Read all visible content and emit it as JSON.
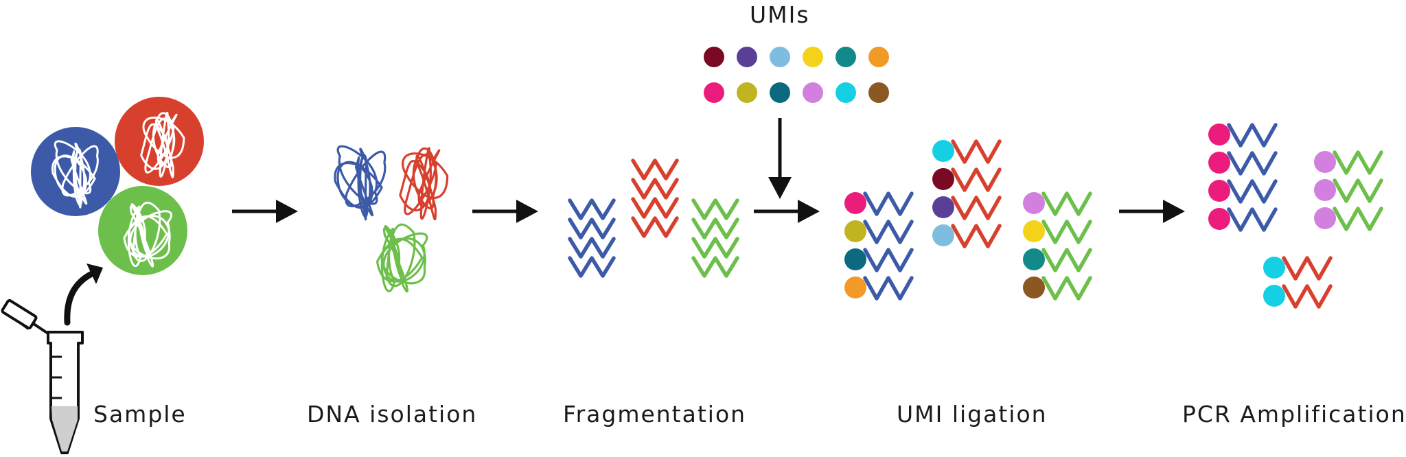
{
  "labels": {
    "umis": "UMIs",
    "sample": "Sample",
    "dna_isolation": "DNA isolation",
    "fragmentation": "Fragmentation",
    "umi_ligation": "UMI ligation",
    "pcr_amplification": "PCR Amplification"
  },
  "colors": {
    "blue": "#3c5aa8",
    "red": "#d8402e",
    "green": "#6cbf4a",
    "dark_red": "#7a0a24",
    "purple": "#5a3f96",
    "light_blue": "#7fbde0",
    "yellow": "#f5d21a",
    "teal": "#128a8a",
    "orange": "#f29a27",
    "pink": "#ec1c7d",
    "olive": "#c0b420",
    "dark_teal": "#0b6a80",
    "violet": "#d27fe0",
    "cyan": "#15d0e4",
    "brown": "#8b5723"
  },
  "umi_palette": [
    [
      "dark_red",
      "purple",
      "light_blue",
      "yellow",
      "teal",
      "orange"
    ],
    [
      "pink",
      "olive",
      "dark_teal",
      "violet",
      "cyan",
      "brown"
    ]
  ],
  "ligation_groups": [
    {
      "strand": "blue",
      "umis": [
        "pink",
        "olive",
        "dark_teal",
        "orange"
      ]
    },
    {
      "strand": "red",
      "umis": [
        "cyan",
        "dark_red",
        "purple",
        "light_blue"
      ]
    },
    {
      "strand": "green",
      "umis": [
        "violet",
        "yellow",
        "teal",
        "brown"
      ]
    }
  ],
  "pcr_groups": [
    {
      "strand": "blue",
      "umis": [
        "pink",
        "pink",
        "pink",
        "pink"
      ]
    },
    {
      "strand": "green",
      "umis": [
        "violet",
        "violet",
        "violet"
      ]
    },
    {
      "strand": "red",
      "umis": [
        "cyan",
        "cyan"
      ]
    }
  ]
}
